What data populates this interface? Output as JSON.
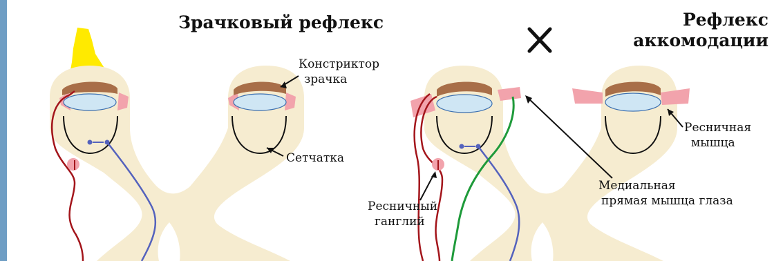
{
  "titles": {
    "pupillary": "Зрачковый рефлекс",
    "accommodation_line1": "Рефлекс",
    "accommodation_line2": "аккомодации"
  },
  "separator_symbol": "✕",
  "labels": {
    "constrictor_line1": "Констриктор",
    "constrictor_line2": "зрачка",
    "retina": "Сетчатка",
    "ciliary_muscle_line1": "Ресничная",
    "ciliary_muscle_line2": "мышца",
    "medial_rectus_line1": "Медиальная",
    "medial_rectus_line2": "прямая мышца глаза",
    "ciliary_ganglion_line1": "Ресничный",
    "ciliary_ganglion_line2": "ганглий"
  },
  "colors": {
    "page_border": "#6f9ec4",
    "brain_tissue": "#f6ecd0",
    "iris": "#a86e48",
    "lens": "#cfe6f4",
    "muscle": "#f2a3ac",
    "parasympathetic_nerve": "#a3151b",
    "optic_nerve": "#5462bd",
    "oculomotor_nerve": "#1e9a3a",
    "light": "#ffea00"
  }
}
